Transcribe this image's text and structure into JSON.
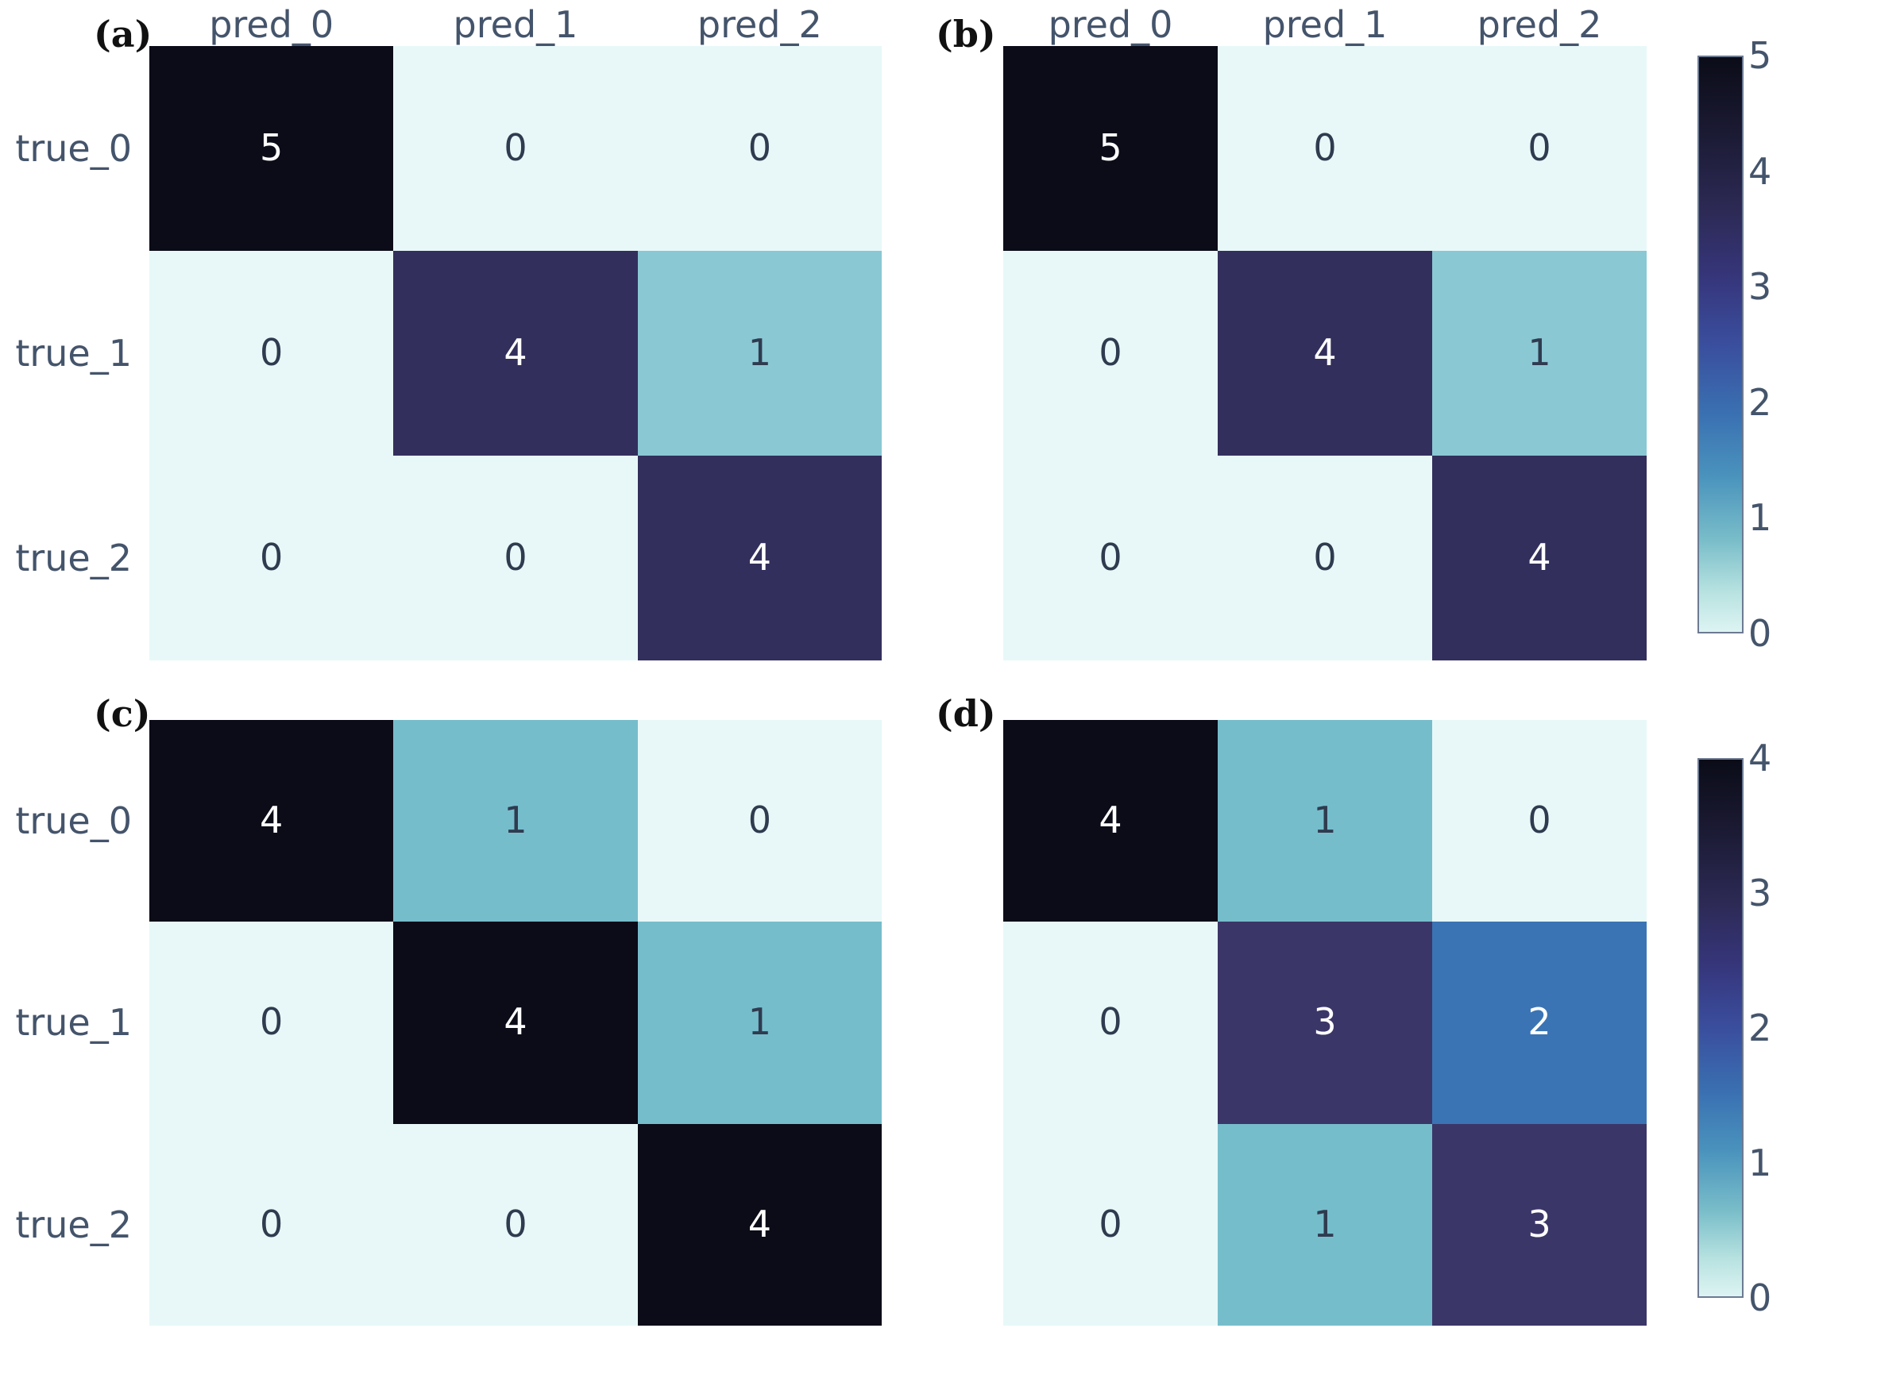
{
  "figure": {
    "background": "#ffffff",
    "text_color": "#44546b",
    "panel_tag_color": "#111111"
  },
  "panels": [
    {
      "tag": "(a)",
      "col_labels": [
        "pred_0",
        "pred_1",
        "pred_2"
      ],
      "row_labels": [
        "true_0",
        "true_1",
        "true_2"
      ],
      "show_row_labels": true,
      "values": [
        [
          5,
          0,
          0
        ],
        [
          0,
          4,
          1
        ],
        [
          0,
          0,
          4
        ]
      ],
      "colors": [
        [
          "#0b0c18",
          "#e8f8f8",
          "#e8f8f8"
        ],
        [
          "#e8f8f8",
          "#332f5c",
          "#8ac8d4"
        ],
        [
          "#e8f8f8",
          "#e8f8f8",
          "#332f5c"
        ]
      ],
      "text_colors": [
        [
          "#ffffff",
          "#2f3b4f",
          "#2f3b4f"
        ],
        [
          "#2f3b4f",
          "#ffffff",
          "#2f3b4f"
        ],
        [
          "#2f3b4f",
          "#2f3b4f",
          "#ffffff"
        ]
      ]
    },
    {
      "tag": "(b)",
      "col_labels": [
        "pred_0",
        "pred_1",
        "pred_2"
      ],
      "row_labels": [
        "true_0",
        "true_1",
        "true_2"
      ],
      "show_row_labels": false,
      "values": [
        [
          5,
          0,
          0
        ],
        [
          0,
          4,
          1
        ],
        [
          0,
          0,
          4
        ]
      ],
      "colors": [
        [
          "#0b0c18",
          "#e8f8f8",
          "#e8f8f8"
        ],
        [
          "#e8f8f8",
          "#332f5c",
          "#8ac8d4"
        ],
        [
          "#e8f8f8",
          "#e8f8f8",
          "#332f5c"
        ]
      ],
      "text_colors": [
        [
          "#ffffff",
          "#2f3b4f",
          "#2f3b4f"
        ],
        [
          "#2f3b4f",
          "#ffffff",
          "#2f3b4f"
        ],
        [
          "#2f3b4f",
          "#2f3b4f",
          "#ffffff"
        ]
      ]
    },
    {
      "tag": "(c)",
      "col_labels": [],
      "row_labels": [
        "true_0",
        "true_1",
        "true_2"
      ],
      "show_row_labels": true,
      "values": [
        [
          4,
          1,
          0
        ],
        [
          0,
          4,
          1
        ],
        [
          0,
          0,
          4
        ]
      ],
      "colors": [
        [
          "#0b0c18",
          "#76bdcc",
          "#e8f8f8"
        ],
        [
          "#e8f8f8",
          "#0b0c18",
          "#76bdcc"
        ],
        [
          "#e8f8f8",
          "#e8f8f8",
          "#0b0c18"
        ]
      ],
      "text_colors": [
        [
          "#ffffff",
          "#2f3b4f",
          "#2f3b4f"
        ],
        [
          "#2f3b4f",
          "#ffffff",
          "#2f3b4f"
        ],
        [
          "#2f3b4f",
          "#2f3b4f",
          "#ffffff"
        ]
      ]
    },
    {
      "tag": "(d)",
      "col_labels": [],
      "row_labels": [
        "true_0",
        "true_1",
        "true_2"
      ],
      "show_row_labels": false,
      "values": [
        [
          4,
          1,
          0
        ],
        [
          0,
          3,
          2
        ],
        [
          0,
          1,
          3
        ]
      ],
      "colors": [
        [
          "#0b0c18",
          "#76bdcc",
          "#e8f8f8"
        ],
        [
          "#e8f8f8",
          "#3b3668",
          "#3b74b4"
        ],
        [
          "#e8f8f8",
          "#76bdcc",
          "#3b3668"
        ]
      ],
      "text_colors": [
        [
          "#ffffff",
          "#2f3b4f",
          "#2f3b4f"
        ],
        [
          "#2f3b4f",
          "#ffffff",
          "#ffffff"
        ],
        [
          "#2f3b4f",
          "#2f3b4f",
          "#ffffff"
        ]
      ]
    }
  ],
  "colorbars": [
    {
      "name": "colorbar-top",
      "ticks": [
        "5",
        "4",
        "3",
        "2",
        "1",
        "0"
      ],
      "vmin": 0,
      "vmax": 5
    },
    {
      "name": "colorbar-bottom",
      "ticks": [
        "4",
        "3",
        "2",
        "1",
        "0"
      ],
      "vmin": 0,
      "vmax": 4
    }
  ],
  "chart_data": {
    "type": "heatmap",
    "title": "",
    "xlabel": "",
    "ylabel": "",
    "grid": false,
    "legend_position": "right",
    "colormap": "mako",
    "subplots": [
      {
        "panel": "(a)",
        "x_tick_labels": [
          "pred_0",
          "pred_1",
          "pred_2"
        ],
        "y_tick_labels": [
          "true_0",
          "true_1",
          "true_2"
        ],
        "matrix": [
          [
            5,
            0,
            0
          ],
          [
            0,
            4,
            1
          ],
          [
            0,
            0,
            4
          ]
        ],
        "vmin": 0,
        "vmax": 5,
        "colorbar": "colorbar-top"
      },
      {
        "panel": "(b)",
        "x_tick_labels": [
          "pred_0",
          "pred_1",
          "pred_2"
        ],
        "y_tick_labels": [
          "true_0",
          "true_1",
          "true_2"
        ],
        "matrix": [
          [
            5,
            0,
            0
          ],
          [
            0,
            4,
            1
          ],
          [
            0,
            0,
            4
          ]
        ],
        "vmin": 0,
        "vmax": 5,
        "colorbar": "colorbar-top"
      },
      {
        "panel": "(c)",
        "x_tick_labels": [
          "pred_0",
          "pred_1",
          "pred_2"
        ],
        "y_tick_labels": [
          "true_0",
          "true_1",
          "true_2"
        ],
        "matrix": [
          [
            4,
            1,
            0
          ],
          [
            0,
            4,
            1
          ],
          [
            0,
            0,
            4
          ]
        ],
        "vmin": 0,
        "vmax": 4,
        "colorbar": "colorbar-bottom"
      },
      {
        "panel": "(d)",
        "x_tick_labels": [
          "pred_0",
          "pred_1",
          "pred_2"
        ],
        "y_tick_labels": [
          "true_0",
          "true_1",
          "true_2"
        ],
        "matrix": [
          [
            4,
            1,
            0
          ],
          [
            0,
            3,
            2
          ],
          [
            0,
            1,
            3
          ]
        ],
        "vmin": 0,
        "vmax": 4,
        "colorbar": "colorbar-bottom"
      }
    ]
  }
}
